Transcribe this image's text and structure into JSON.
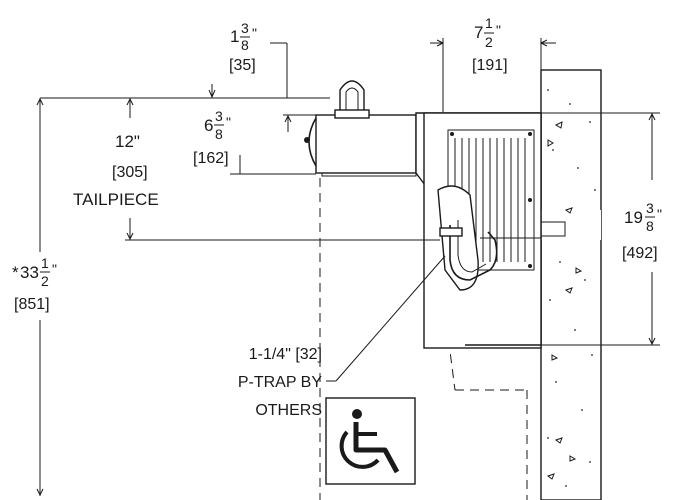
{
  "dimensions": {
    "nozzle_offset": {
      "whole": "1",
      "num": "3",
      "den": "8",
      "unit": "\"",
      "metric": "[35]"
    },
    "wall_depth": {
      "whole": "7",
      "num": "1",
      "den": "2",
      "unit": "\"",
      "metric": "[191]"
    },
    "basin_height": {
      "whole": "6",
      "num": "3",
      "den": "8",
      "unit": "\"",
      "metric": "[162]"
    },
    "tailpiece": {
      "value": "12\"",
      "metric": "[305]",
      "label": "TAILPIECE"
    },
    "overall_height": {
      "prefix": "*",
      "whole": "33",
      "num": "1",
      "den": "2",
      "unit": "\"",
      "metric": "[851]"
    },
    "backplate_height": {
      "whole": "19",
      "num": "3",
      "den": "8",
      "unit": "\"",
      "metric": "[492]"
    }
  },
  "ptrap_note": {
    "line1": "1-1/4\" [32]",
    "line2": "P-TRAP BY",
    "line3": "OTHERS"
  },
  "icons": {
    "accessibility": "wheelchair-icon"
  }
}
